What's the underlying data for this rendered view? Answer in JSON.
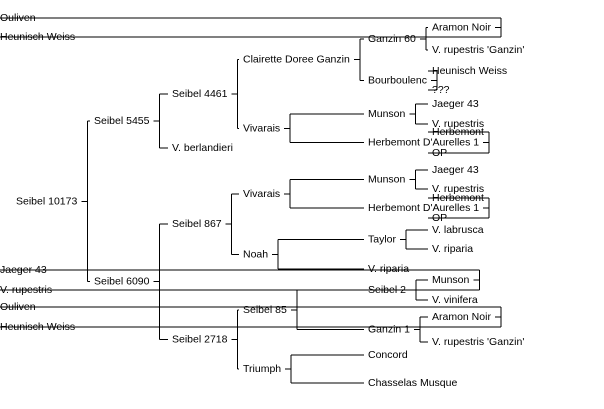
{
  "tree": {
    "label": "Seibel 10173",
    "children": [
      {
        "label": "Seibel 5455",
        "children": [
          {
            "label": "Seibel 4461",
            "children": [
              {
                "label": "Clairette Doree Ganzin",
                "children": [
                  {
                    "label": "Ganzin 60",
                    "children": [
                      {
                        "label": "Aramon Noir",
                        "children": [
                          {
                            "label": "Ouliven"
                          },
                          {
                            "label": "Heunisch Weiss"
                          }
                        ]
                      },
                      {
                        "label": "V. rupestris 'Ganzin'"
                      }
                    ]
                  },
                  {
                    "label": "Bourboulenc",
                    "children": [
                      {
                        "label": "Heunisch Weiss"
                      },
                      {
                        "label": "???"
                      }
                    ]
                  }
                ]
              },
              {
                "label": "Vivarais",
                "children": [
                  {
                    "label": "Munson",
                    "children": [
                      {
                        "label": "Jaeger 43"
                      },
                      {
                        "label": "V. rupestris"
                      }
                    ]
                  },
                  {
                    "label": "Herbemont D'Aurelles 1",
                    "children": [
                      {
                        "label": "Herbemont"
                      },
                      {
                        "label": "OP"
                      }
                    ]
                  }
                ]
              }
            ]
          },
          {
            "label": "V. berlandieri"
          }
        ]
      },
      {
        "label": "Seibel 6090",
        "children": [
          {
            "label": "Seibel 867",
            "children": [
              {
                "label": "Vivarais",
                "children": [
                  {
                    "label": "Munson",
                    "children": [
                      {
                        "label": "Jaeger 43"
                      },
                      {
                        "label": "V. rupestris"
                      }
                    ]
                  },
                  {
                    "label": "Herbemont D'Aurelles 1",
                    "children": [
                      {
                        "label": "Herbemont"
                      },
                      {
                        "label": "OP"
                      }
                    ]
                  }
                ]
              },
              {
                "label": "Noah",
                "children": [
                  {
                    "label": "Taylor",
                    "children": [
                      {
                        "label": "V. labrusca"
                      },
                      {
                        "label": "V. riparia"
                      }
                    ]
                  },
                  {
                    "label": "V. riparia"
                  }
                ]
              }
            ]
          },
          {
            "label": "Seibel 2718",
            "children": [
              {
                "label": "Seibel 85",
                "children": [
                  {
                    "label": "Seibel 2",
                    "children": [
                      {
                        "label": "Munson",
                        "children": [
                          {
                            "label": "Jaeger 43"
                          },
                          {
                            "label": "V. rupestris"
                          }
                        ]
                      },
                      {
                        "label": "V. vinifera"
                      }
                    ]
                  },
                  {
                    "label": "Ganzin 1",
                    "children": [
                      {
                        "label": "Aramon Noir",
                        "children": [
                          {
                            "label": "Ouliven"
                          },
                          {
                            "label": "Heunisch Weiss"
                          }
                        ]
                      },
                      {
                        "label": "V. rupestris 'Ganzin'"
                      }
                    ]
                  }
                ]
              },
              {
                "label": "Triumph",
                "children": [
                  {
                    "label": "Concord"
                  },
                  {
                    "label": "Chasselas Musque"
                  }
                ]
              }
            ]
          }
        ]
      }
    ]
  }
}
